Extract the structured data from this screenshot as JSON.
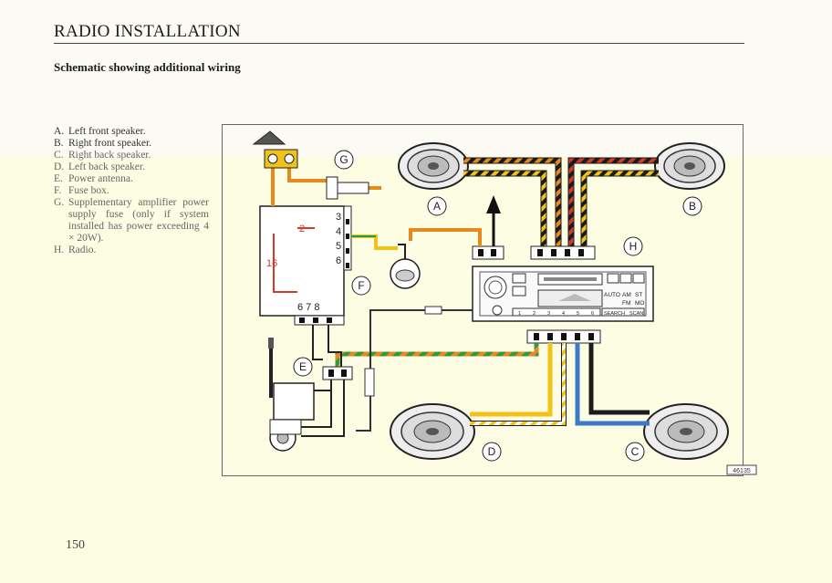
{
  "page": {
    "title": "RADIO INSTALLATION",
    "subtitle": "Schematic showing additional wiring",
    "page_number": "150"
  },
  "legend": [
    {
      "key": "A.",
      "text": "Left front speaker."
    },
    {
      "key": "B.",
      "text": "Right front speaker."
    },
    {
      "key": "C.",
      "text": "Right back speaker."
    },
    {
      "key": "D.",
      "text": "Left back speaker."
    },
    {
      "key": "E.",
      "text": "Power antenna."
    },
    {
      "key": "F.",
      "text": "Fuse box."
    },
    {
      "key": "G.",
      "text": "Supplementary amplifier power supply fuse (only if system installed has power exceeding 4 × 20W)."
    },
    {
      "key": "H.",
      "text": "Radio."
    }
  ],
  "diagram": {
    "callouts": {
      "a": "A",
      "b": "B",
      "c": "C",
      "d": "D",
      "e": "E",
      "f": "F",
      "g": "G",
      "h": "H"
    },
    "fusebox_numbers": {
      "n3": "3",
      "n4": "4",
      "n5": "5",
      "n6": "6",
      "n678": "6 7 8",
      "fuse_2": "2",
      "fuse_16": "16"
    },
    "radio_labels": {
      "auto": "AUTO",
      "am": "AM",
      "st": "ST",
      "fm": "FM",
      "mo": "MO",
      "search": "SEARCH",
      "scan": "SCAN",
      "presets": [
        "1",
        "2",
        "3",
        "4",
        "5",
        "6"
      ]
    },
    "reference": "46135",
    "colors": {
      "orange": "#e8891e",
      "yellow": "#f2c21a",
      "green": "#2f9a3c",
      "brown": "#5a3a1a",
      "blue": "#3a7ac8",
      "black": "#1b1b1b",
      "red": "#d23a2a",
      "grey": "#6d6d6d"
    }
  }
}
